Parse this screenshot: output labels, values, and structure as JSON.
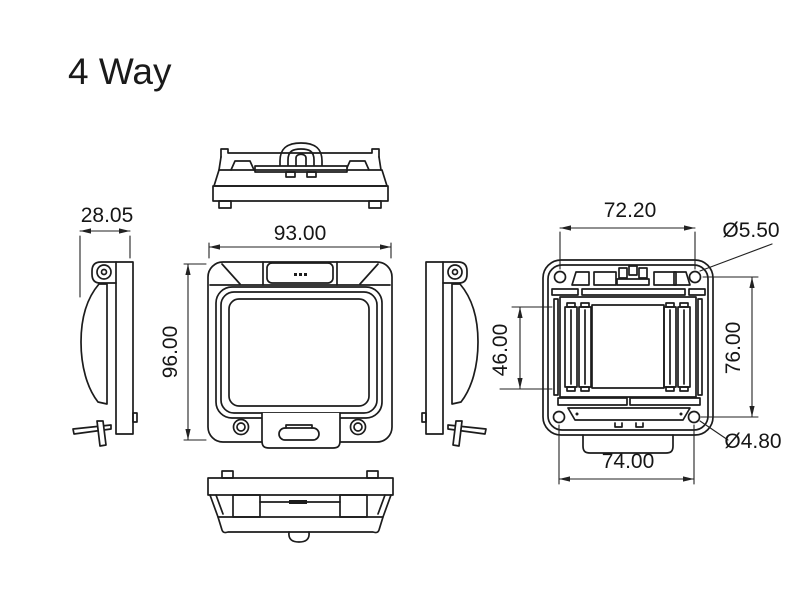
{
  "title": "4 Way",
  "dims": {
    "side_depth": "28.05",
    "front_width": "93.00",
    "front_height": "96.00",
    "back_top_spacing": "72.20",
    "back_top_hole_dia": "Ø5.50",
    "back_window_height": "46.00",
    "back_vertical_spacing": "76.00",
    "back_bottom_hole_dia": "Ø4.80",
    "back_bottom_spacing": "74.00"
  }
}
